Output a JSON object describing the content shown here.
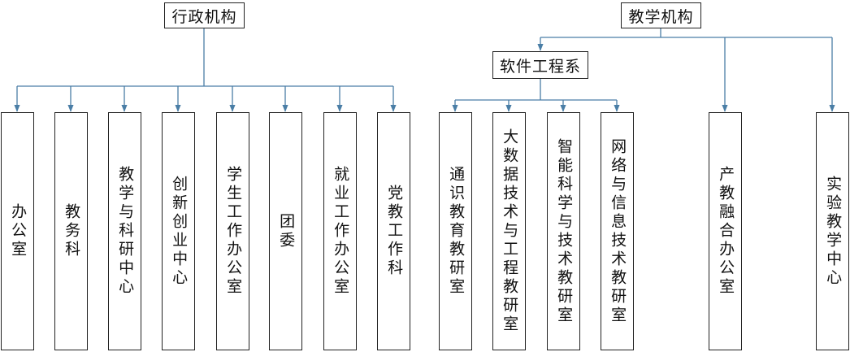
{
  "admin": {
    "title": "行政机构",
    "units": [
      "办公室",
      "教务科",
      "教学与科研中心",
      "创新创业中心",
      "学生工作办公室",
      "团委",
      "就业工作办公室",
      "党教工作科"
    ]
  },
  "teaching": {
    "title": "教学机构",
    "department": {
      "title": "软件工程系",
      "units": [
        "通识教育教研室",
        "大数据技术与工程教研室",
        "智能科学与技术教研室",
        "网络与信息技术教研室"
      ]
    },
    "units": [
      "产教融合办公室",
      "实验教学中心"
    ]
  },
  "colors": {
    "line": "#4a7ea6",
    "border": "#222222"
  }
}
